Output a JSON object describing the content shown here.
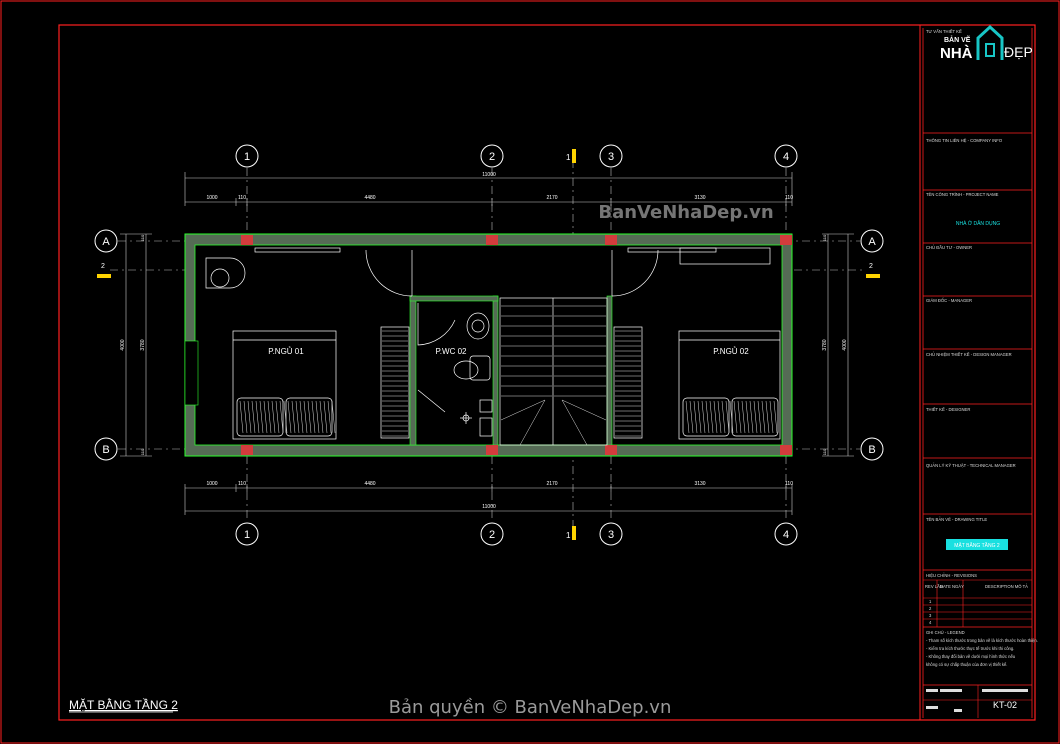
{
  "sheet": {
    "drawing_title": "MẶT BẰNG TẦNG 2",
    "sheet_code": "KT-02",
    "watermark_center": "Bản quyền © BanVeNhaDep.vn",
    "watermark_top": "BanVeNhaDep.vn",
    "logo": {
      "line1": "BẢN VẼ",
      "line2": "NHÀ",
      "line3": "ĐẸP"
    }
  },
  "grid": {
    "columns": [
      "1",
      "2",
      "3",
      "4"
    ],
    "rows": [
      "A",
      "B"
    ],
    "section_marks": [
      "1",
      "2"
    ]
  },
  "dimensions": {
    "top_segments": [
      "1000",
      "110",
      "4480",
      "2170",
      "3130",
      "110"
    ],
    "top_total": "11000",
    "bottom_segments": [
      "1000",
      "110",
      "4480",
      "2170",
      "3130",
      "110"
    ],
    "bottom_total": "11000",
    "left_outer": "4000",
    "left_inner": "3780",
    "left_small_top": "110",
    "left_small_bottom": "110",
    "right_outer": "4000",
    "right_inner": "3780",
    "right_small_top": "110",
    "right_small_bottom": "110"
  },
  "rooms": [
    {
      "name": "P.NGỦ 01"
    },
    {
      "name": "P.WC 02"
    },
    {
      "name": "P.NGỦ 02"
    }
  ],
  "title_block": {
    "header": "TƯ VẤN THIẾT KẾ",
    "company_info": "THÔNG TIN LIÊN HỆ - COMPANY INFO",
    "project_name_label": "TÊN CÔNG TRÌNH - PROJECT NAME",
    "project_name": "NHÀ Ở DÂN DỤNG",
    "owner_label": "CHỦ ĐẦU TƯ - OWNER",
    "manager_label": "GIÁM ĐỐC - MANAGER",
    "design_manager_label": "CHỦ NHIỆM THIẾT KẾ - DESIGN MANAGER",
    "designer_label": "THIẾT KẾ - DESIGNER",
    "tech_manager_label": "QUẢN LÝ KỸ THUẬT - TECHNICAL MANAGER",
    "drawing_title_label": "TÊN BẢN VẼ - DRAWING TITLE",
    "drawing_title_value": "MẶT BẰNG TẦNG 2",
    "revisions_label": "HIỆU CHỈNH - REVISIONS",
    "rev_col1": "REV LẦN",
    "rev_col2": "DATE NGÀY",
    "rev_col3": "DESCRIPTION MÔ TẢ",
    "rev_rows": [
      "1",
      "2",
      "3",
      "4"
    ],
    "notes_label": "GHI CHÚ - LEGEND",
    "notes": [
      "- Tham số kích thước trong bản vẽ là kích thước hoàn thiện.",
      "- Kiểm tra kích thước thực tế trước khi thi công.",
      "- Không thay đổi bản vẽ dưới mọi hình thức nếu",
      "không có sự chấp thuận của đơn vị thiết kế."
    ]
  }
}
